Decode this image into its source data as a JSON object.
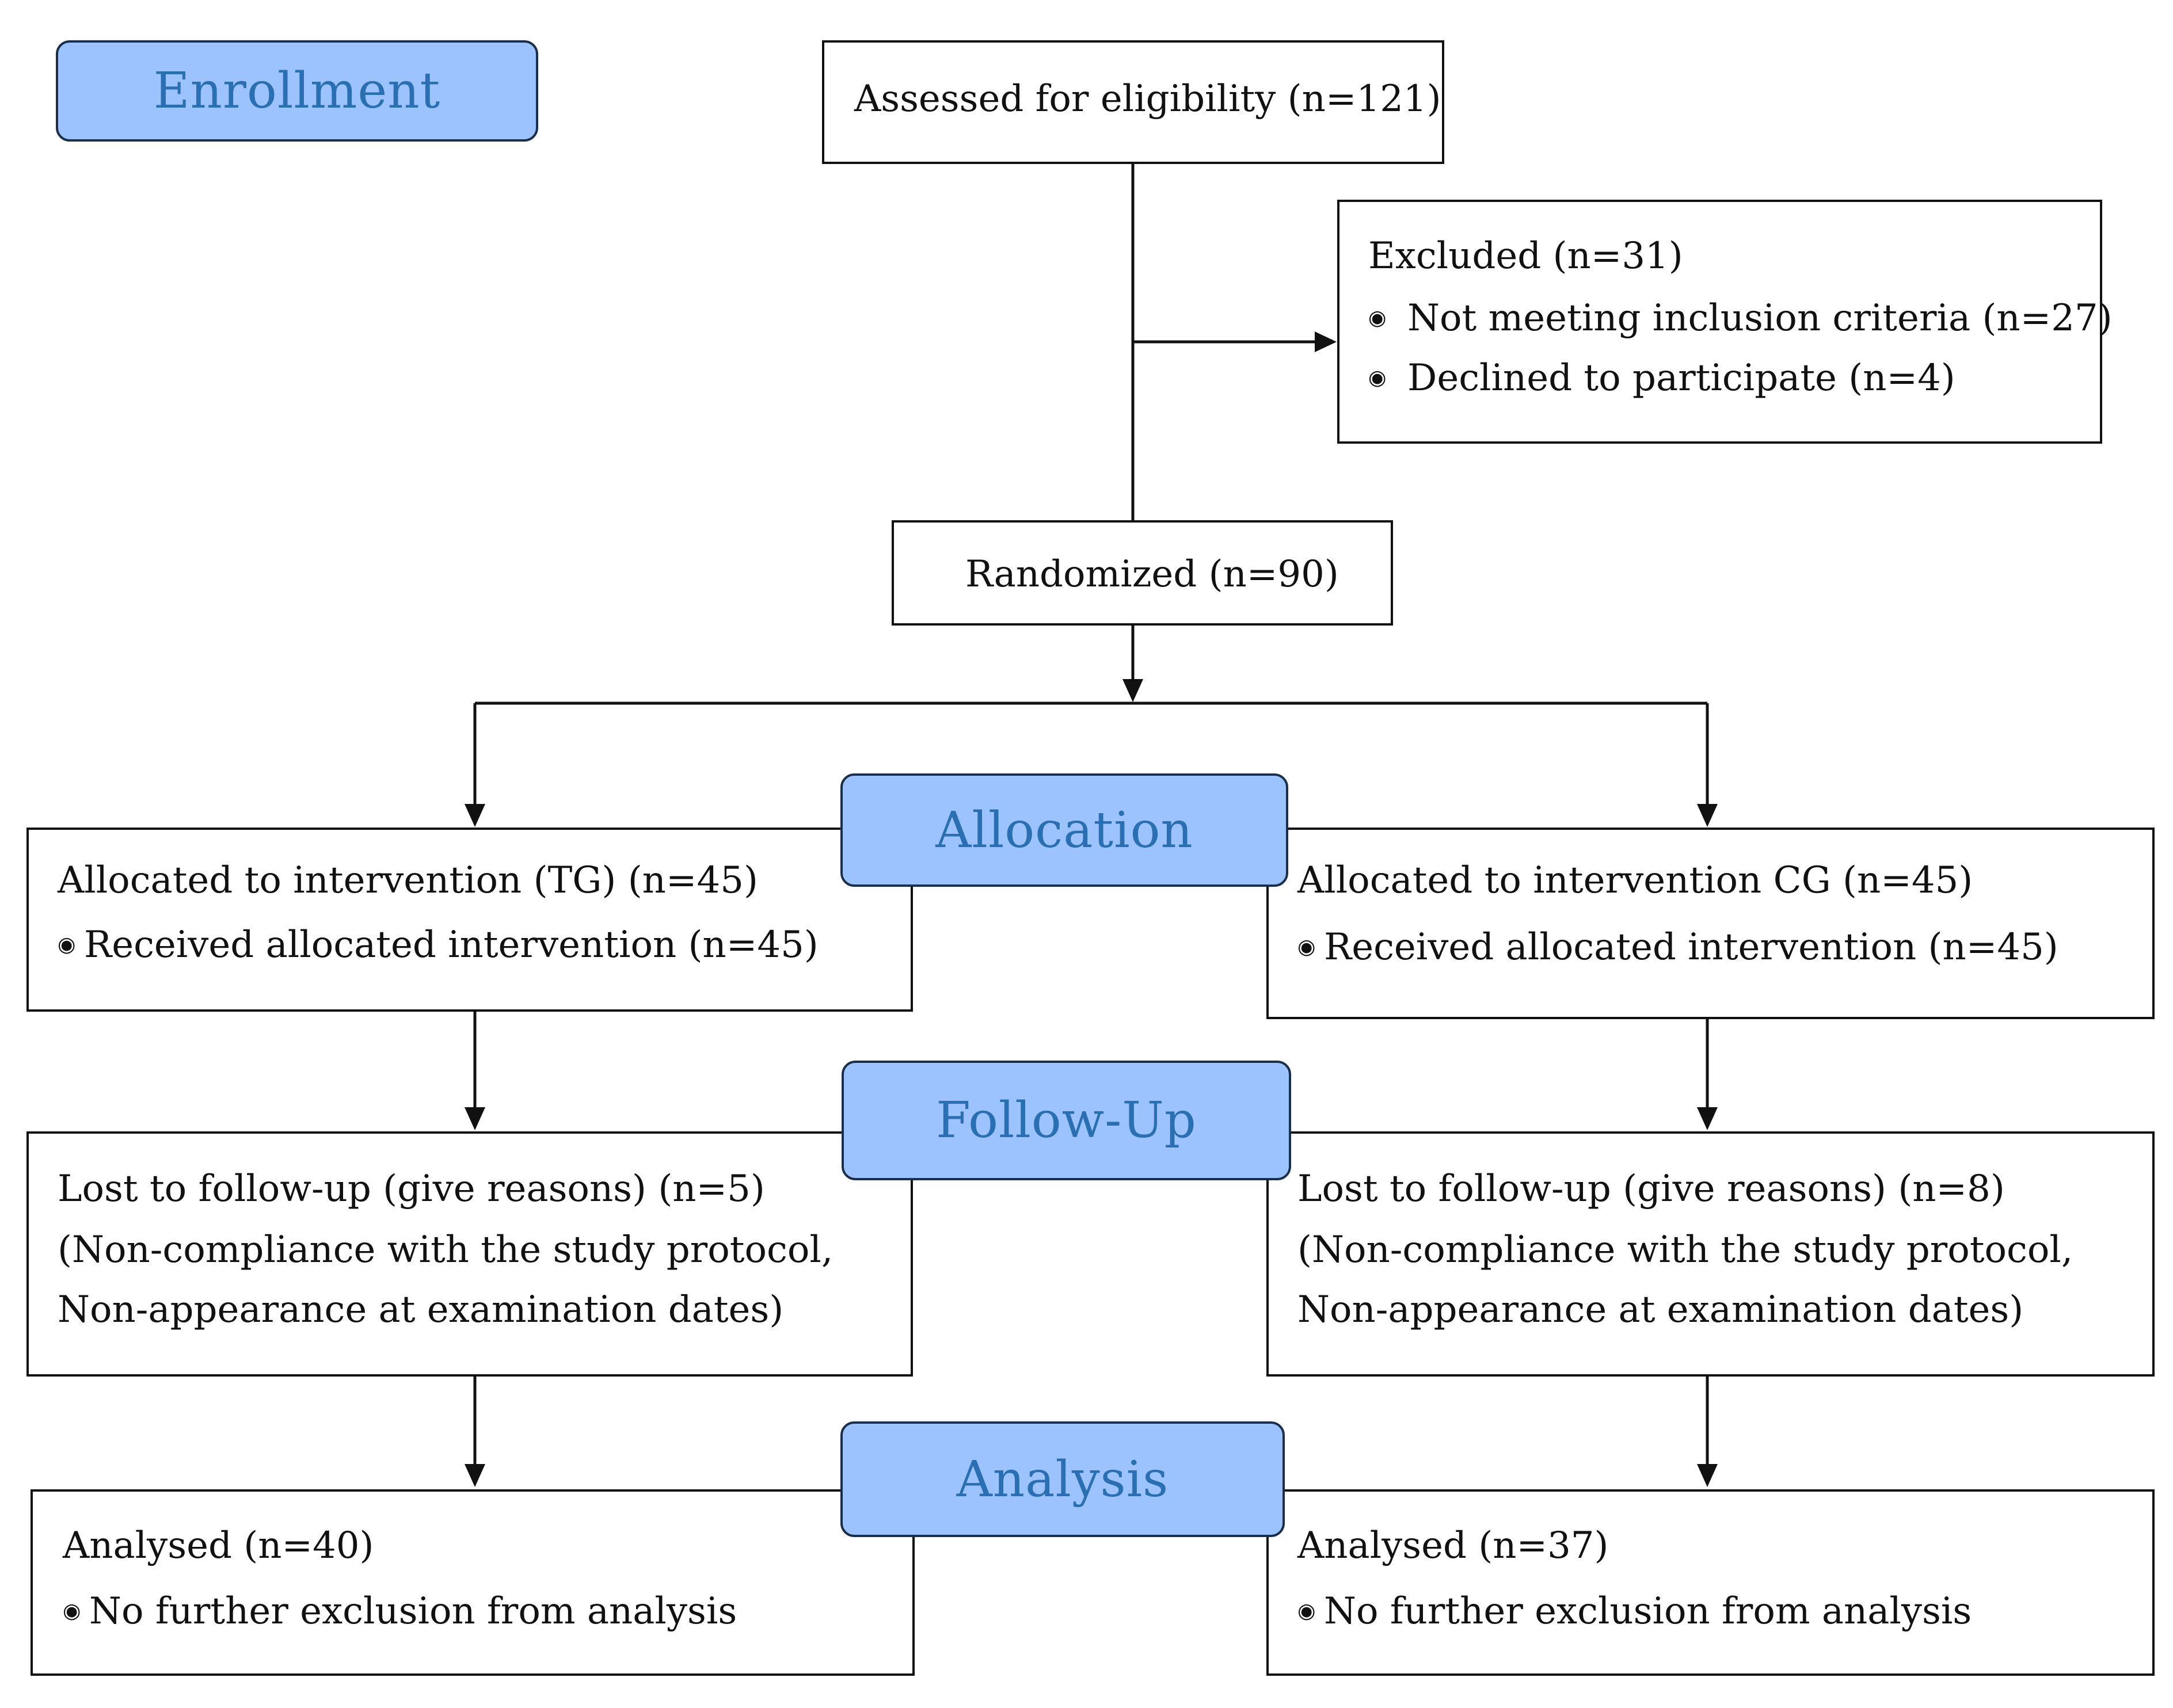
{
  "stages": {
    "enrollment": "Enrollment",
    "allocation": "Allocation",
    "follow_up": "Follow-Up",
    "analysis": "Analysis"
  },
  "assessed": "Assessed for eligibility (n=121)",
  "excluded": {
    "title": "Excluded (n=31)",
    "items": [
      "Not meeting inclusion criteria (n=27)",
      "Declined to participate (n=4)"
    ]
  },
  "randomized": "Randomized (n=90)",
  "left": {
    "allocation_title": "Allocated to intervention (TG) (n=45)",
    "allocation_item": "Received allocated intervention (n=45)",
    "followup_lines": [
      "Lost to follow-up (give reasons) (n=5)",
      "(Non-compliance with the study protocol,",
      "Non-appearance at examination dates)"
    ],
    "analysis_title": "Analysed (n=40)",
    "analysis_item": "No further exclusion from analysis"
  },
  "right": {
    "allocation_title": "Allocated to intervention CG (n=45)",
    "allocation_item": "Received allocated intervention (n=45)",
    "followup_lines": [
      "Lost to follow-up (give reasons) (n=8)",
      "(Non-compliance with the study protocol,",
      "Non-appearance at examination dates)"
    ],
    "analysis_title": "Analysed (n=37)",
    "analysis_item": "No further exclusion from analysis"
  },
  "bullet_symbol": "◉"
}
